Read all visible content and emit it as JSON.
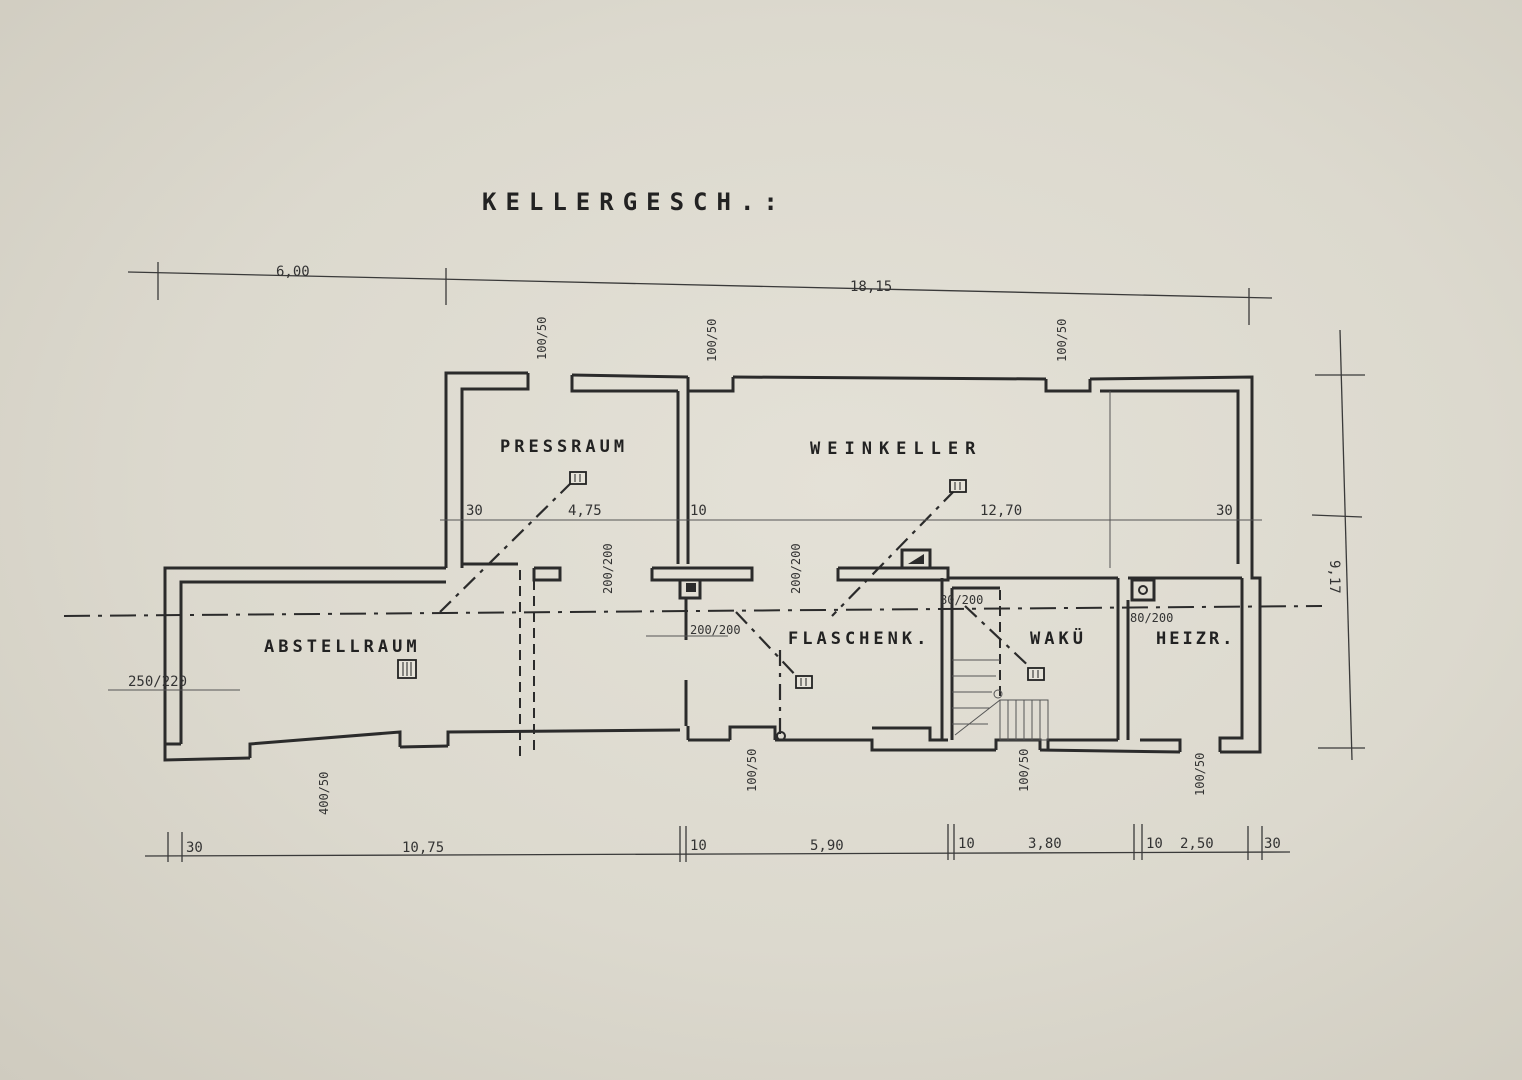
{
  "title": "KELLERGESCH.:",
  "rooms": {
    "pressraum": "PRESSRAUM",
    "weinkeller": "WEINKELLER",
    "abstellraum": "ABSTELLRAUM",
    "flaschenkeller": "FLASCHENK.",
    "waku": "WAKÜ",
    "heizraum": "HEIZR."
  },
  "dimensions": {
    "top_left": "6,00",
    "top_total": "18,15",
    "right_height": "9,17",
    "inner_30_left": "30",
    "inner_475": "4,75",
    "inner_10": "10",
    "inner_1270": "12,70",
    "inner_30_right": "30",
    "bottom_30_left": "30",
    "bottom_1075": "10,75",
    "bottom_10_a": "10",
    "bottom_590": "5,90",
    "bottom_10_b": "10",
    "bottom_380": "3,80",
    "bottom_10_c": "10",
    "bottom_250": "2,50",
    "bottom_30_right": "30",
    "win_top_1": "100/50",
    "win_top_2": "100/50",
    "win_top_3": "100/50",
    "win_left": "250/220",
    "win_bottom_1": "400/50",
    "win_bottom_2": "100/50",
    "win_bottom_3": "100/50",
    "win_bottom_4": "100/50",
    "door_200_a": "200/200",
    "door_200_b": "200/200",
    "door_200_c": "200/200",
    "door_80": "80/200",
    "door_80_b": "80/200"
  }
}
